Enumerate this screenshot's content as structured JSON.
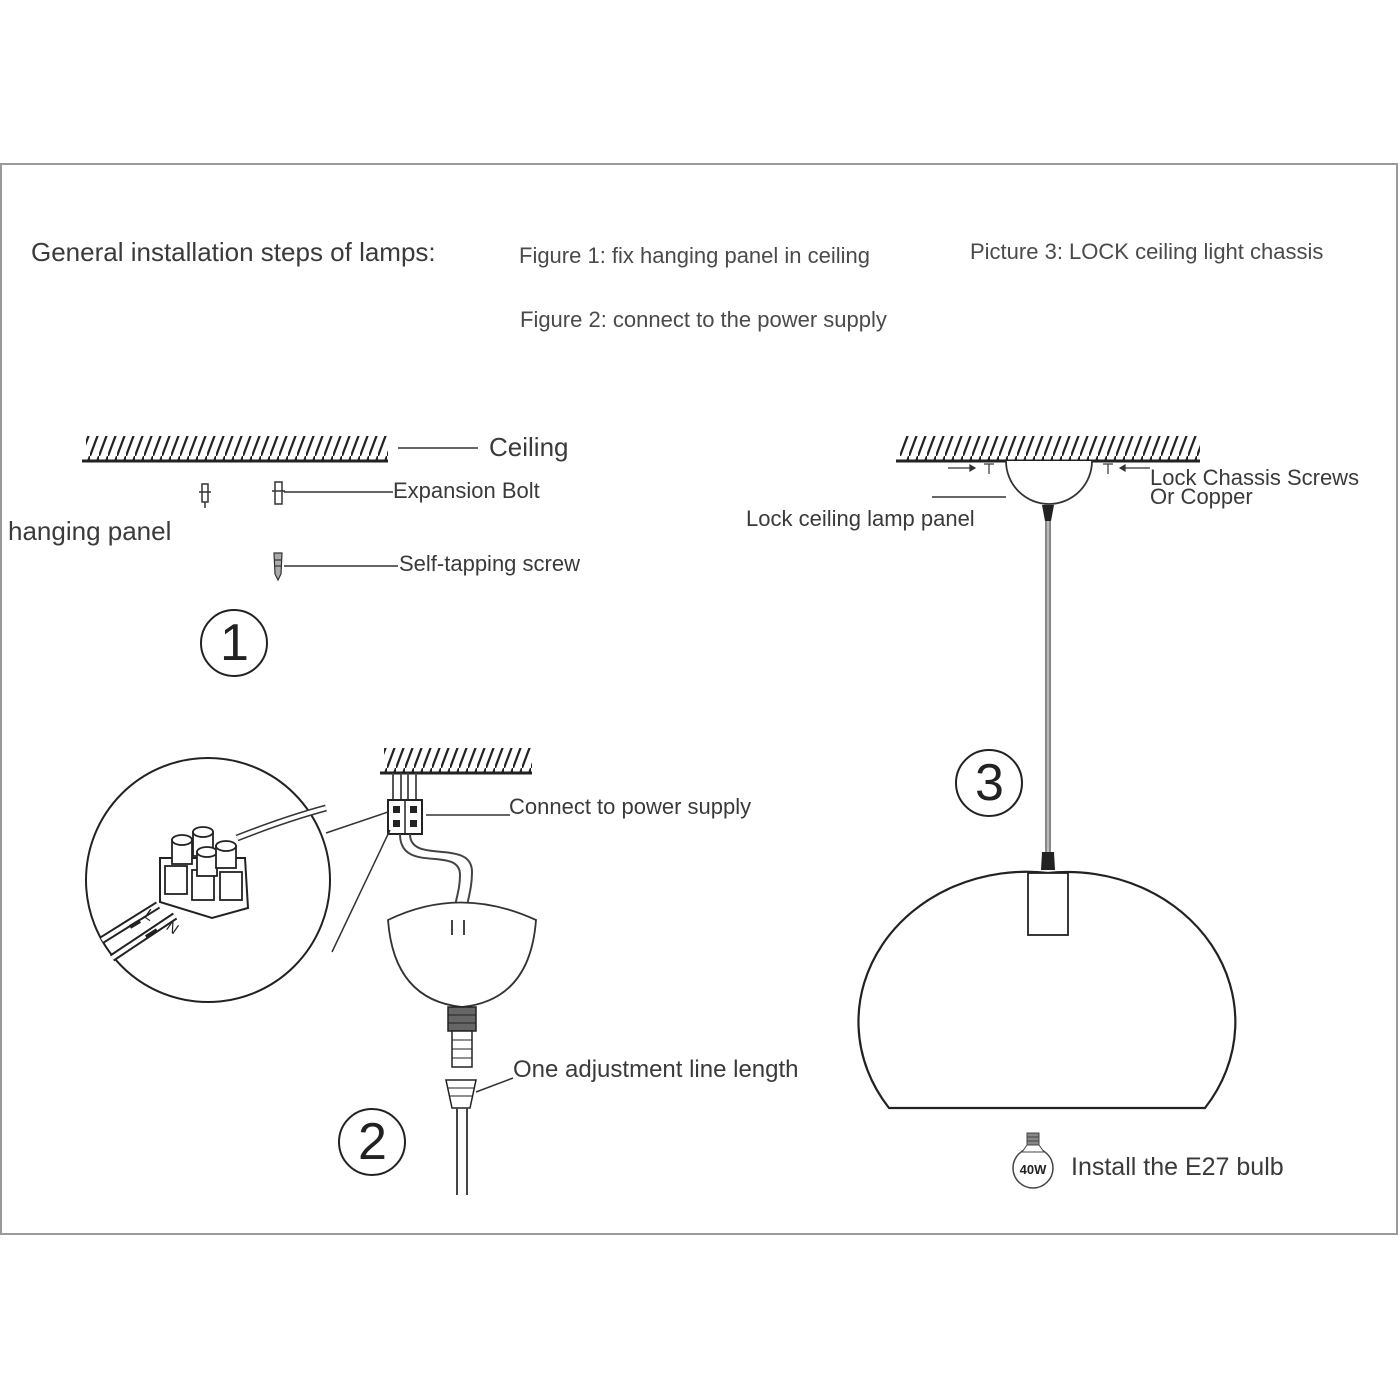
{
  "header": {
    "title": "General installation steps of lamps:",
    "figure1": "Figure 1: fix hanging panel in ceiling",
    "figure2": "Figure 2: connect to the power supply",
    "picture3": "Picture 3: LOCK ceiling light chassis"
  },
  "step1": {
    "number": "1",
    "ceiling": "Ceiling",
    "expansion_bolt": "Expansion Bolt",
    "hanging_panel": "hanging panel",
    "self_tapping_screw": "Self-tapping screw"
  },
  "step2": {
    "number": "2",
    "connect_power": "Connect to power supply",
    "adjust_line": "One adjustment line length",
    "terminal_marks": [
      "L",
      "N"
    ]
  },
  "step3": {
    "number": "3",
    "lock_chassis_screws": "Lock Chassis Screws",
    "or_copper": "Or Copper",
    "lock_panel": "Lock ceiling lamp panel",
    "install_bulb": "Install the E27 bulb",
    "bulb_wattage": "40W"
  },
  "colors": {
    "line": "#222222",
    "frame": "#9a9a9a",
    "text": "#3a3a3a",
    "cord": "#888888"
  }
}
